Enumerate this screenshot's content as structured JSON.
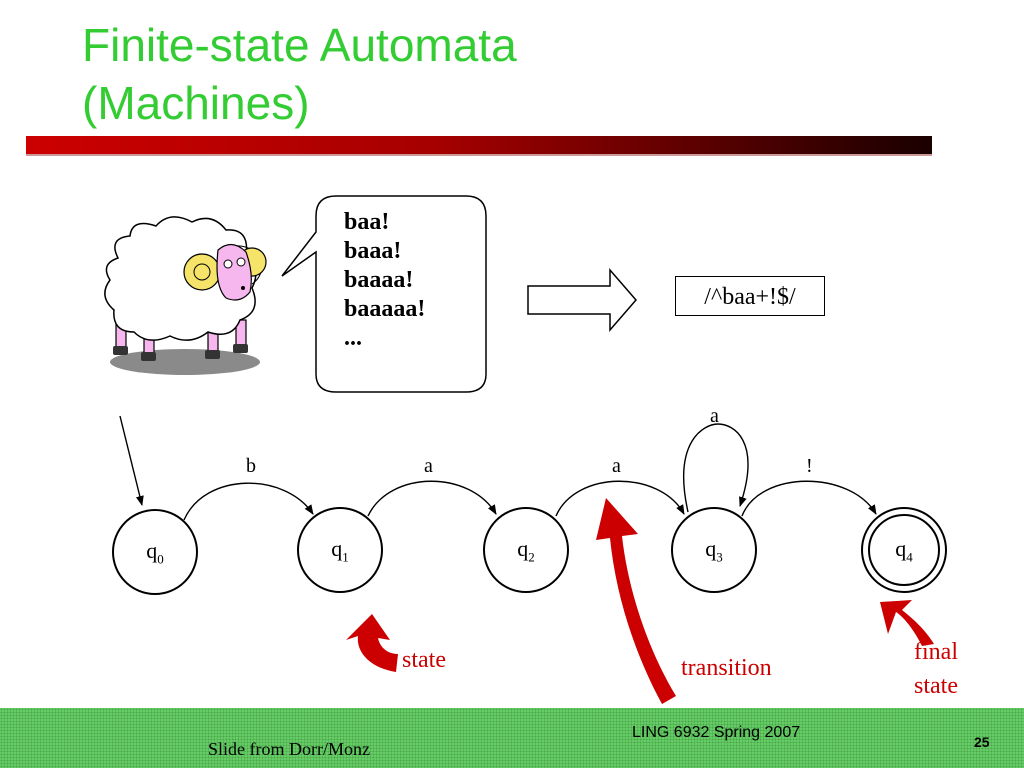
{
  "slide": {
    "title_line1": "Finite-state Automata",
    "title_line2": "(Machines)"
  },
  "speech_bubble": {
    "lines": [
      "baa!",
      "baaa!",
      "baaaa!",
      "baaaaa!",
      "..."
    ]
  },
  "regex": "/^baa+!$/",
  "automaton": {
    "states": [
      {
        "label": "q",
        "sub": "0",
        "final": false
      },
      {
        "label": "q",
        "sub": "1",
        "final": false
      },
      {
        "label": "q",
        "sub": "2",
        "final": false
      },
      {
        "label": "q",
        "sub": "3",
        "final": false
      },
      {
        "label": "q",
        "sub": "4",
        "final": true
      }
    ],
    "transitions": [
      {
        "from": 0,
        "to": 1,
        "symbol": "b"
      },
      {
        "from": 1,
        "to": 2,
        "symbol": "a"
      },
      {
        "from": 2,
        "to": 3,
        "symbol": "a"
      },
      {
        "from": 3,
        "to": 3,
        "symbol": "a"
      },
      {
        "from": 3,
        "to": 4,
        "symbol": "!"
      }
    ]
  },
  "callouts": {
    "state": "state",
    "transition": "transition",
    "final_line1": "final",
    "final_line2": "state"
  },
  "colors": {
    "title": "#33cc33",
    "callout": "#cc0000",
    "footer": "#66cc66"
  },
  "footer": {
    "credit": "Slide from Dorr/Monz",
    "course": "LING 6932 Spring 2007",
    "page": "25"
  }
}
